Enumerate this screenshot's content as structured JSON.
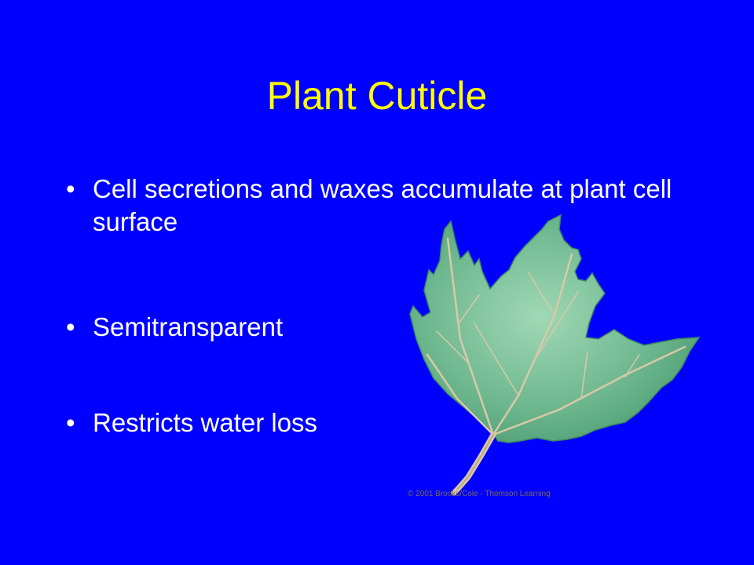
{
  "slide": {
    "title": "Plant Cuticle",
    "bullets": [
      {
        "marker": "•",
        "text": "Cell secretions and waxes accumulate at plant cell surface"
      },
      {
        "marker": "•",
        "text": "Semitransparent"
      },
      {
        "marker": "•",
        "text": "Restricts water loss"
      }
    ],
    "figure": {
      "icon": "leaf-illustration",
      "credit": "© 2001 Brooks/Cole - Thomson Learning"
    }
  },
  "colors": {
    "background": "#0000ff",
    "title": "#ffff00",
    "body_text": "#ffffff",
    "leaf_fill": "#6fb88f",
    "leaf_vein": "#d9c9a8"
  }
}
